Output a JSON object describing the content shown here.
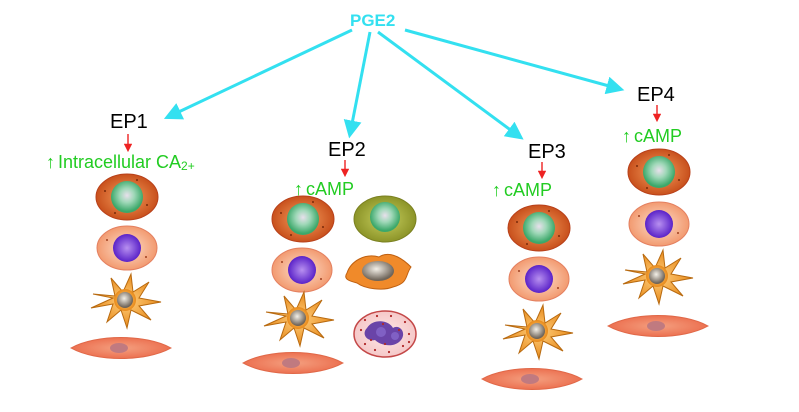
{
  "root": {
    "label": "PGE2"
  },
  "receptors": [
    {
      "label": "EP1",
      "effect_arrow": "↑",
      "effect": "Intracellular CA",
      "effect_sub": "2+"
    },
    {
      "label": "EP2",
      "effect_arrow": "↑",
      "effect": "cAMP"
    },
    {
      "label": "EP3",
      "effect_arrow": "↑",
      "effect": "cAMP"
    },
    {
      "label": "EP4",
      "effect_arrow": "↑",
      "effect": "cAMP"
    }
  ],
  "colors": {
    "root_arrow": "#33e0f0",
    "effect_arrow": "#ee2222",
    "effect_text": "#22cc22"
  }
}
